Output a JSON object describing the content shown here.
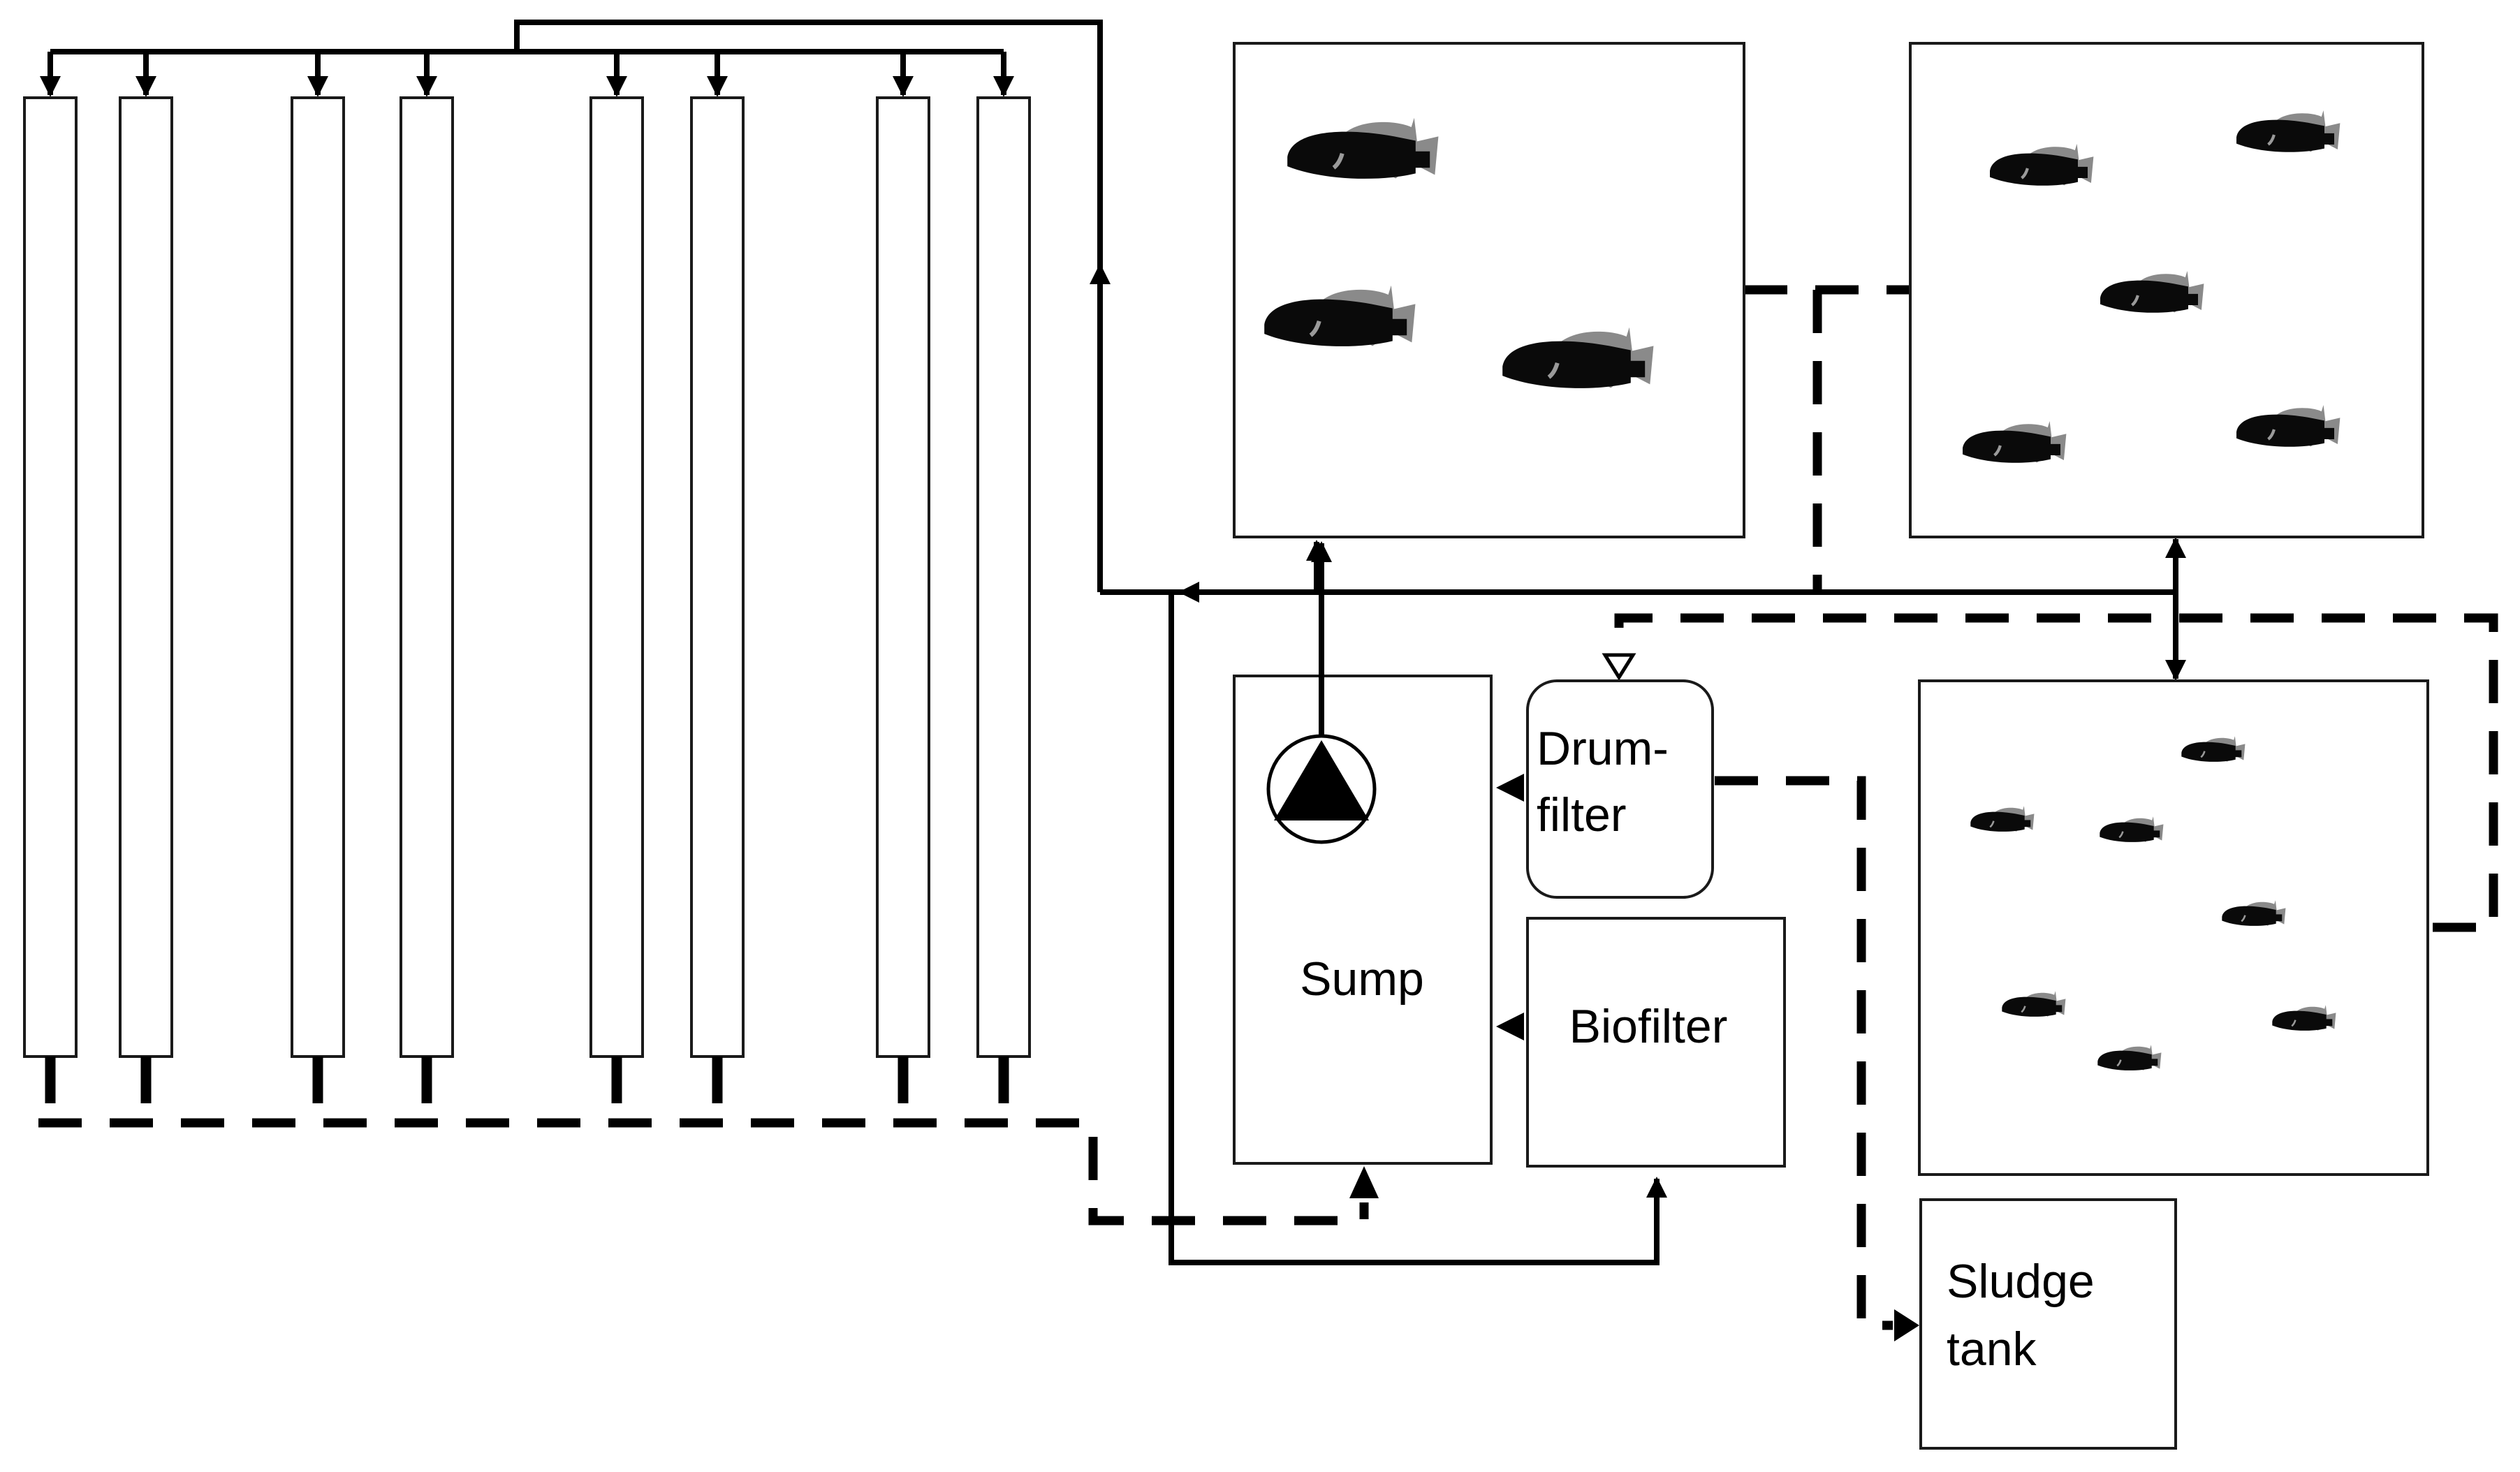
{
  "labels": {
    "sump": "Sump",
    "drumfilter_line1": "Drum-",
    "drumfilter_line2": "filter",
    "biofilter": "Biofilter",
    "sludge_line1": "Sludge",
    "sludge_line2": "tank"
  },
  "icons": {
    "pump": "pump-icon",
    "fish": "fish-icon"
  },
  "colors": {
    "line": "#000000",
    "fish_body": "#0a0a0a",
    "fish_shadow": "#8a8a8a",
    "box_border": "#1a1a1a",
    "background": "#ffffff"
  },
  "counts": {
    "columns": 8,
    "large_fish": 3,
    "medium_fish": 5,
    "small_fish": 7
  }
}
